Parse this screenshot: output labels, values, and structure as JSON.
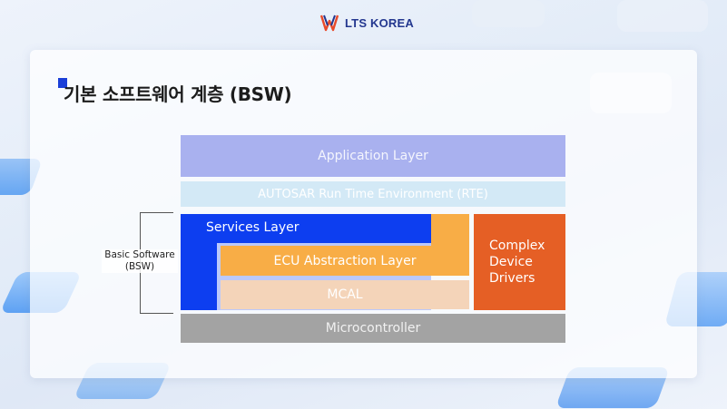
{
  "brand": {
    "name": "LTS KOREA",
    "color": "#23378f"
  },
  "slide": {
    "title": "기본 소프트웨어 계층 (BSW)",
    "bullet_color": "#1b3fd8"
  },
  "diagram": {
    "application_layer": "Application Layer",
    "rte": "AUTOSAR Run Time Environment (RTE)",
    "services_layer": "Services Layer",
    "ecu_abstraction_layer": "ECU Abstraction Layer",
    "mcal": "MCAL",
    "complex_device_drivers": [
      "Complex",
      "Device",
      "Drivers"
    ],
    "microcontroller": "Microcontroller",
    "bsw_bracket_label": [
      "Basic Software",
      "(BSW)"
    ],
    "colors": {
      "application": "#a9b1ef",
      "rte": "#d3e9f6",
      "services": "#0d3ef0",
      "ecu_abstraction": "#f8ad46",
      "mcal": "#f4d4b9",
      "complex_drivers": "#e55f25",
      "microcontroller": "#a3a3a3"
    }
  }
}
